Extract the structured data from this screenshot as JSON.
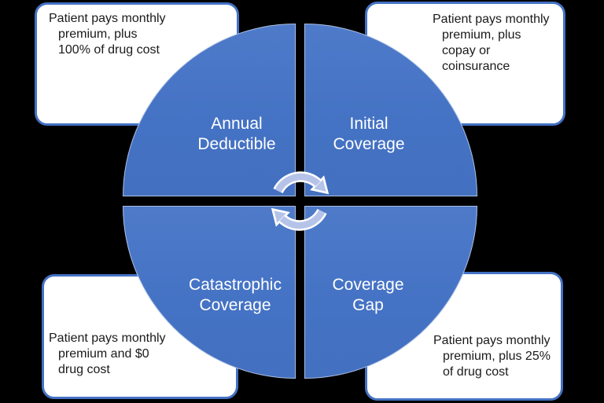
{
  "background_color": "#000000",
  "diagram": {
    "type": "cycle-quadrant-diagram",
    "center_icon": "cycle-arrows-icon",
    "colors": {
      "quadrant_fill": "#4472C4",
      "quadrant_outline": "#FFFFFF",
      "quadrant_text": "#FFFFFF",
      "note_fill": "#FFFFFF",
      "note_border": "#4472C4",
      "note_text": "#1A1A1A",
      "arrow_fill": "#B6C3E9",
      "arrow_outline": "#FFFFFF"
    },
    "quadrants": {
      "top_left": {
        "lines": [
          "Annual",
          "Deductible"
        ]
      },
      "top_right": {
        "lines": [
          "Initial",
          "Coverage"
        ]
      },
      "bottom_left": {
        "lines": [
          "Catastrophic",
          "Coverage"
        ]
      },
      "bottom_right": {
        "lines": [
          "Coverage",
          "Gap"
        ]
      }
    },
    "notes": {
      "top_left": {
        "lines": [
          "Patient pays monthly",
          "premium, plus",
          "100% of drug cost"
        ]
      },
      "top_right": {
        "lines": [
          "Patient pays monthly",
          "premium, plus",
          "copay or",
          "coinsurance"
        ]
      },
      "bottom_left": {
        "lines": [
          "Patient pays monthly",
          "premium and $0",
          "drug cost"
        ]
      },
      "bottom_right": {
        "lines": [
          "Patient pays monthly",
          "premium, plus 25%",
          "of drug cost"
        ]
      }
    }
  }
}
